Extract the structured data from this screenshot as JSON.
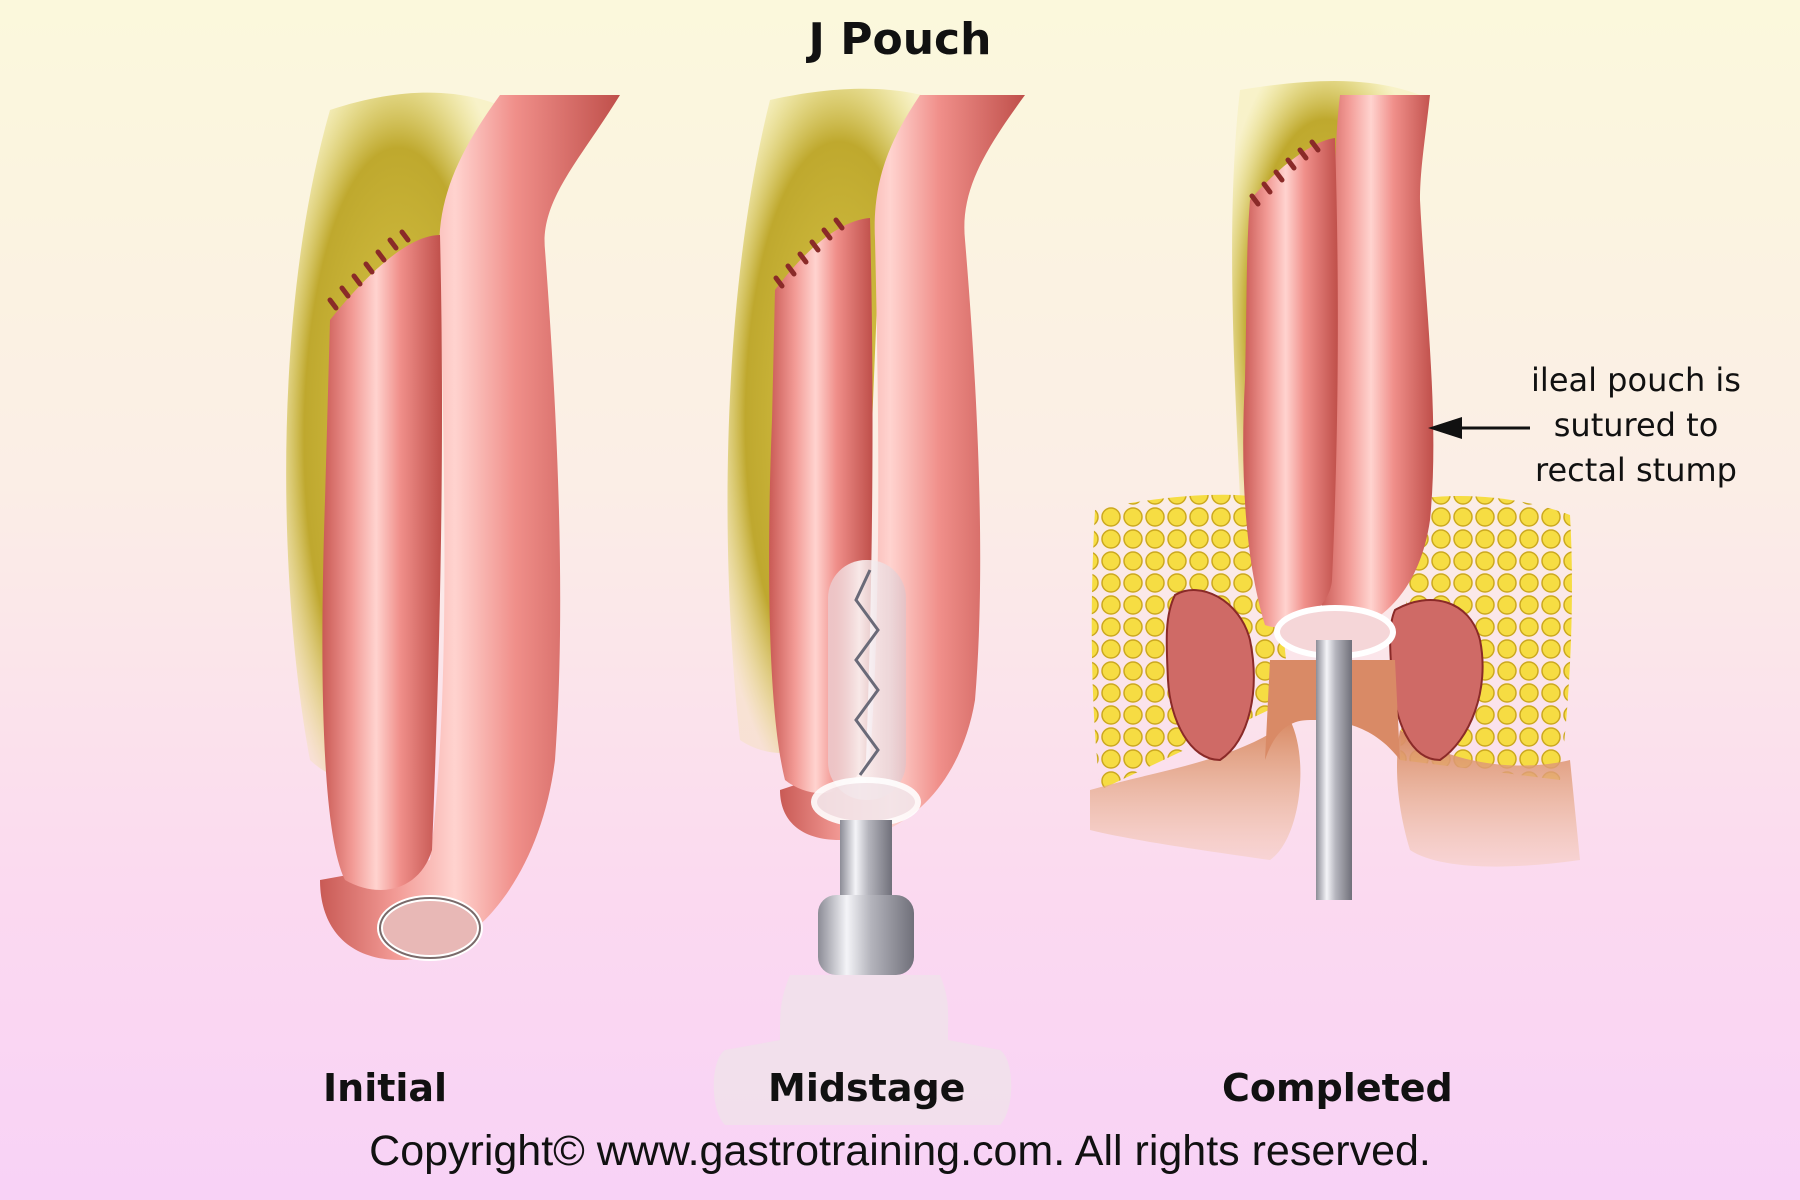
{
  "title": "J Pouch",
  "stages": {
    "initial": "Initial",
    "midstage": "Midstage",
    "completed": "Completed"
  },
  "annotation": {
    "line1": "ileal pouch is",
    "line2": "sutured to",
    "line3": "rectal stump"
  },
  "copyright": "Copyright© www.gastrotraining.com. All rights reserved.",
  "colors": {
    "tissue": "#ef8a86",
    "tissue_dark": "#c5544f",
    "fat": "#c8b21e",
    "steel": "#d6d6de",
    "skin": "#e1a27e"
  },
  "icons": {
    "arrow": "arrow-left-icon"
  }
}
